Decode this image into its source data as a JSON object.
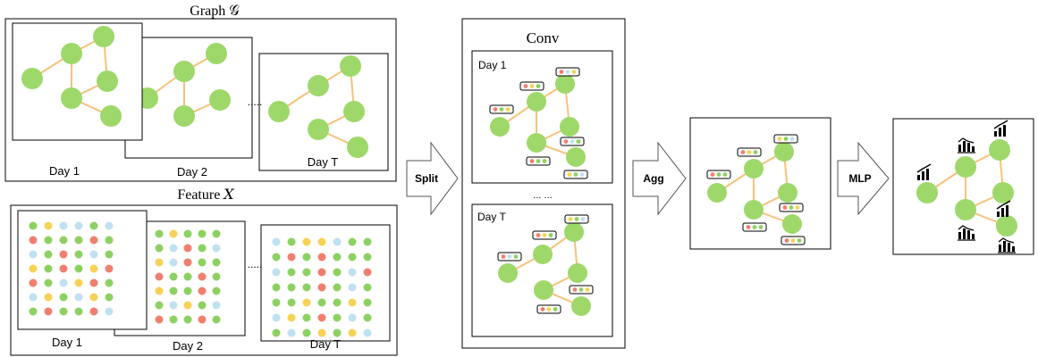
{
  "colors": {
    "node": "#9ed86a",
    "edge": "#f6c27a",
    "feature_green": "#8dd162",
    "feature_yellow": "#f6d256",
    "feature_blue": "#bfe1f2",
    "feature_red": "#f07f6f"
  },
  "labels": {
    "graph_title": "Graph 𝒢",
    "feature_title": "Feature 𝑋",
    "graph_day1": "Day 1",
    "graph_day2": "Day 2",
    "graph_dayT": "Day T",
    "graph_dots": ".....",
    "feature_day1": "Day 1",
    "feature_day2": "Day  2",
    "feature_dayT": "Day T",
    "feature_dots": ".....",
    "split": "Split",
    "conv_title": "Conv",
    "conv_day1": "Day  1",
    "conv_dayT": "Day  T",
    "conv_dots": "... ...",
    "agg": "Agg",
    "mlp": "MLP"
  },
  "icons": {
    "output_icon": "bar-chart-icon"
  }
}
